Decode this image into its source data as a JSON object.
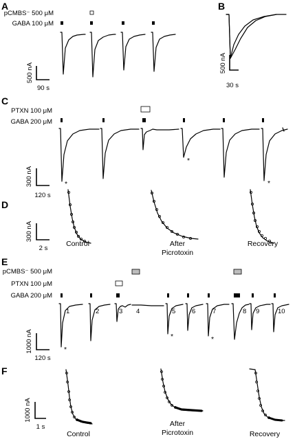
{
  "panels": {
    "A": {
      "letter": "A",
      "rows": [
        "pCMBS⁻ 500 μM",
        "GABA 100 μM"
      ],
      "scale_y": "500 nA",
      "scale_x": "90 s"
    },
    "B": {
      "letter": "B",
      "scale_y": "500 nA",
      "scale_x": "30 s"
    },
    "C": {
      "letter": "C",
      "rows": [
        "PTXN 100 μM",
        "GABA 200 μM"
      ],
      "scale_y": "300 nA",
      "scale_x": "120 s",
      "marks": [
        "*",
        "*",
        "*"
      ]
    },
    "D": {
      "letter": "D",
      "scale_y": "300 nA",
      "scale_x": "2 s",
      "captions": [
        "Control",
        "After",
        "Picrotoxin",
        "Recovery"
      ]
    },
    "E": {
      "letter": "E",
      "rows": [
        "pCMBS⁻ 500 μM",
        "PTXN 100 μM",
        "GABA 200 μM"
      ],
      "scale_y": "1000 nA",
      "scale_x": "120 s",
      "numbers": [
        "1",
        "2",
        "3",
        "4",
        "5",
        "6",
        "7",
        "8",
        "9",
        "10"
      ],
      "marks": [
        "*",
        "*",
        "*"
      ]
    },
    "F": {
      "letter": "F",
      "scale_y": "1000 nA",
      "scale_x": "1 s",
      "captions": [
        "Control",
        "After",
        "Picrotoxin",
        "Recovery"
      ]
    }
  },
  "colors": {
    "ink": "#000000",
    "pcmbs_bar_fill": "#bdbdbd",
    "background": "#ffffff"
  }
}
